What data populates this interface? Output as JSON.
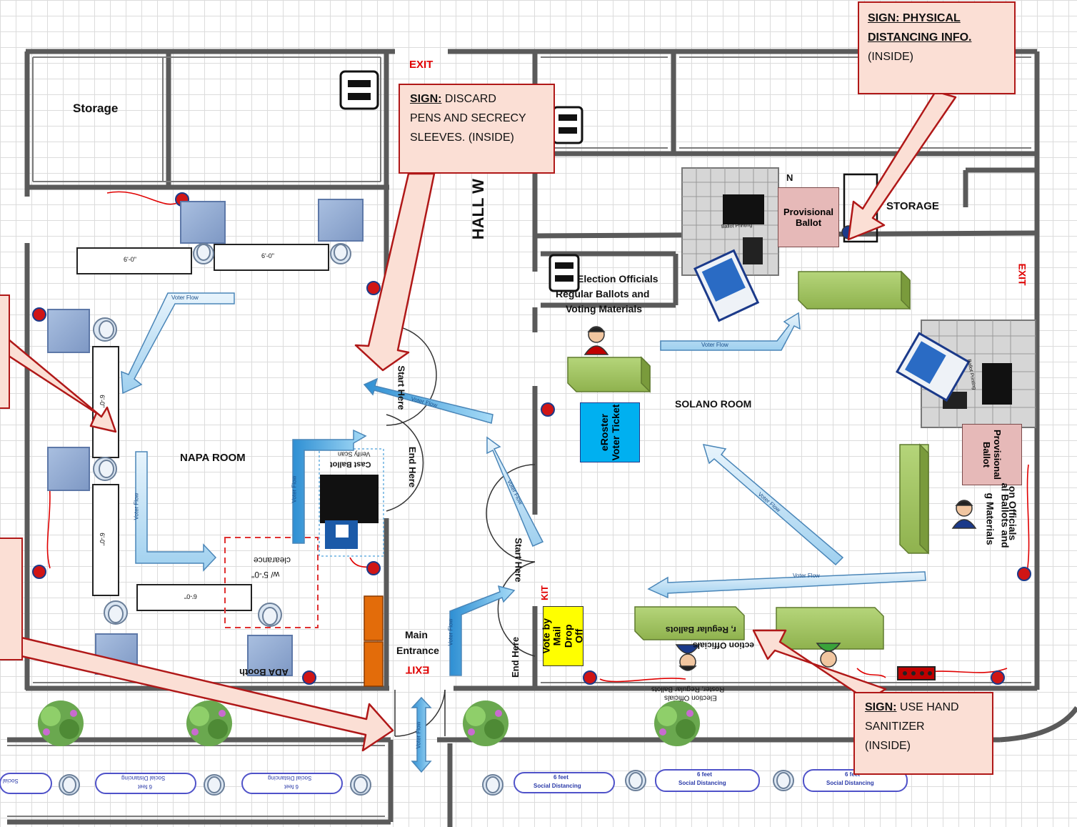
{
  "rooms": {
    "storage_left": "Storage",
    "napa": "NAPA ROOM",
    "solano": "SOLANO ROOM",
    "hallway": "HALL W",
    "storage_right": "STORAGE"
  },
  "exits": {
    "top": "EXIT",
    "right": "EXIT",
    "bottom": "EXIT",
    "mail": "KIT"
  },
  "entrance": {
    "line1": "Main",
    "line2": "Entrance"
  },
  "door_labels": {
    "start_here_top": "Start Here",
    "end_here_top": "End Here",
    "start_here_bottom": "Start Here",
    "end_here_bottom": "End Here"
  },
  "stations": {
    "provisional_top": "Provisional Ballot",
    "provisional_right": "Provisional Ballot",
    "eroster": "eRoster Voter Ticket",
    "mail_dropoff": "Vote by Mail Drop Off",
    "ada_booth": "ADA Booth",
    "ada_clearance_1": "w/ 5'-0\"",
    "ada_clearance_2": "clearance",
    "cast_ballot": "Cast Ballot",
    "verify_scan": "Verify Scan",
    "officials_regular_1": "Election Officials",
    "officials_regular_2": "Regular Ballots and",
    "officials_regular_3": "Voting Materials",
    "officials_right_1": "on Officials",
    "officials_right_2": "al Ballots and",
    "officials_right_3": "g Materials",
    "officials_bottom_1": "r, Regular Ballots",
    "officials_bottom_2": "ection Officials",
    "officials_outside_1": "Roster, Regular Ballots",
    "officials_outside_2": "Election Officials",
    "north": "N",
    "ballot_printing": "Ballot Printing"
  },
  "dimensions": {
    "six_foot": "6'-0\""
  },
  "flow": {
    "label": "Voter Flow"
  },
  "distancing": {
    "line1": "6 feet",
    "line2": "Social Distancing",
    "partial": "Social"
  },
  "callouts": {
    "physical_distancing": {
      "title": "SIGN: PHYSICAL DISTANCING INFO.",
      "title_a": "SIGN: PHYSICAL",
      "title_b": "DISTANCING INFO.",
      "note": "(INSIDE)"
    },
    "discard_pens": {
      "title": "SIGN:",
      "line1": "DISCARD",
      "line2": "PENS AND SECRECY",
      "line3": "SLEEVES. (INSIDE)"
    },
    "hand_sanitizer": {
      "title": "SIGN:",
      "line1": "USE HAND",
      "line2": "SANITIZER",
      "line3": "(INSIDE)"
    }
  },
  "colors": {
    "wall": "#555555",
    "table_green": "#9bbb59",
    "provisional_pink": "#e6b9b8",
    "eroster_blue": "#00b0f0",
    "mail_yellow": "#ffff00",
    "callout_fill": "#fbdfd5",
    "callout_border": "#b01818",
    "exit_red": "#e00000",
    "flow_blue": "#5fb6e8"
  }
}
